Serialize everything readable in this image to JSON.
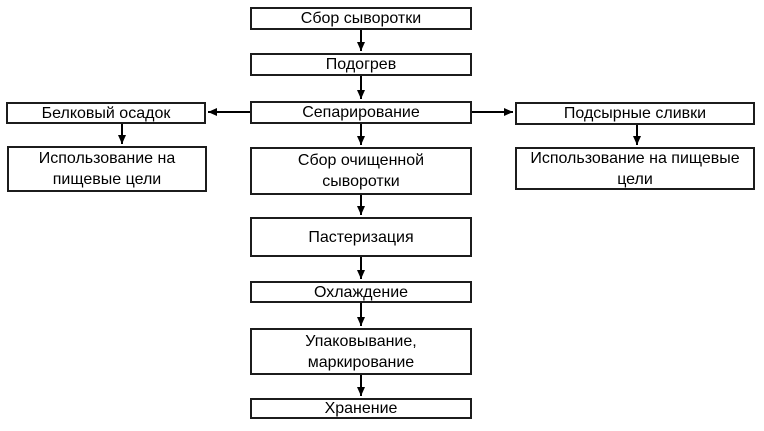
{
  "diagram": {
    "type": "flowchart",
    "language": "ru",
    "nodes": {
      "whey_collection": {
        "label": "Сбор сыворотки"
      },
      "heating": {
        "label": "Подогрев"
      },
      "separation": {
        "label": "Сепарирование"
      },
      "protein_sediment": {
        "label": "Белковый осадок"
      },
      "cheese_cream": {
        "label": "Подсырные сливки"
      },
      "food_use_left": {
        "label": "Использование на\nпищевые цели"
      },
      "purified_whey_collection": {
        "label": "Сбор очищенной\nсыворотки"
      },
      "food_use_right": {
        "label": "Использование на пищевые\nцели"
      },
      "pasteurization": {
        "label": "Пастеризация"
      },
      "cooling": {
        "label": "Охлаждение"
      },
      "packaging_labeling": {
        "label": "Упаковывание,\nмаркирование"
      },
      "storage": {
        "label": "Хранение"
      }
    },
    "edges": [
      {
        "from": "whey_collection",
        "to": "heating"
      },
      {
        "from": "heating",
        "to": "separation"
      },
      {
        "from": "separation",
        "to": "protein_sediment"
      },
      {
        "from": "separation",
        "to": "cheese_cream"
      },
      {
        "from": "separation",
        "to": "purified_whey_collection"
      },
      {
        "from": "protein_sediment",
        "to": "food_use_left"
      },
      {
        "from": "cheese_cream",
        "to": "food_use_right"
      },
      {
        "from": "purified_whey_collection",
        "to": "pasteurization"
      },
      {
        "from": "pasteurization",
        "to": "cooling"
      },
      {
        "from": "cooling",
        "to": "packaging_labeling"
      },
      {
        "from": "packaging_labeling",
        "to": "storage"
      }
    ],
    "colors": {
      "background": "#ffffff",
      "box_fill": "#ffffff",
      "box_border": "#1c1c1c",
      "text": "#000000",
      "arrow": "#000000"
    }
  }
}
